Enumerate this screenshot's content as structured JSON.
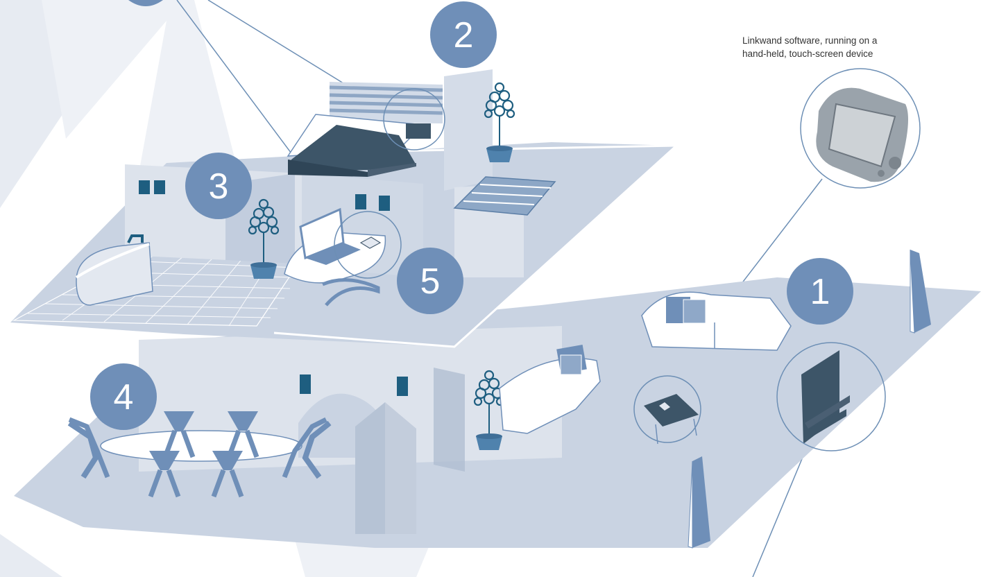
{
  "caption": {
    "line1": "Linkwand software, running on a",
    "line2": "hand-held, touch-screen device"
  },
  "zones": {
    "one": "1",
    "two": "2",
    "three": "3",
    "four": "4",
    "five": "5"
  },
  "colors": {
    "accent_blue": "#6f8fb8",
    "floor": "#c9d3e2",
    "wall": "#dde3ec",
    "pale": "#e7ebf2",
    "dark_slate": "#4a5f73",
    "teal_speaker": "#1e5e80",
    "line": "#6d8fb5"
  },
  "icons": [
    "plant-icon",
    "speaker-icon",
    "sofa-icon",
    "bed-icon",
    "laptop-icon",
    "tv-icon",
    "pda-icon",
    "bathtub-icon",
    "table-icon",
    "chair-icon"
  ]
}
